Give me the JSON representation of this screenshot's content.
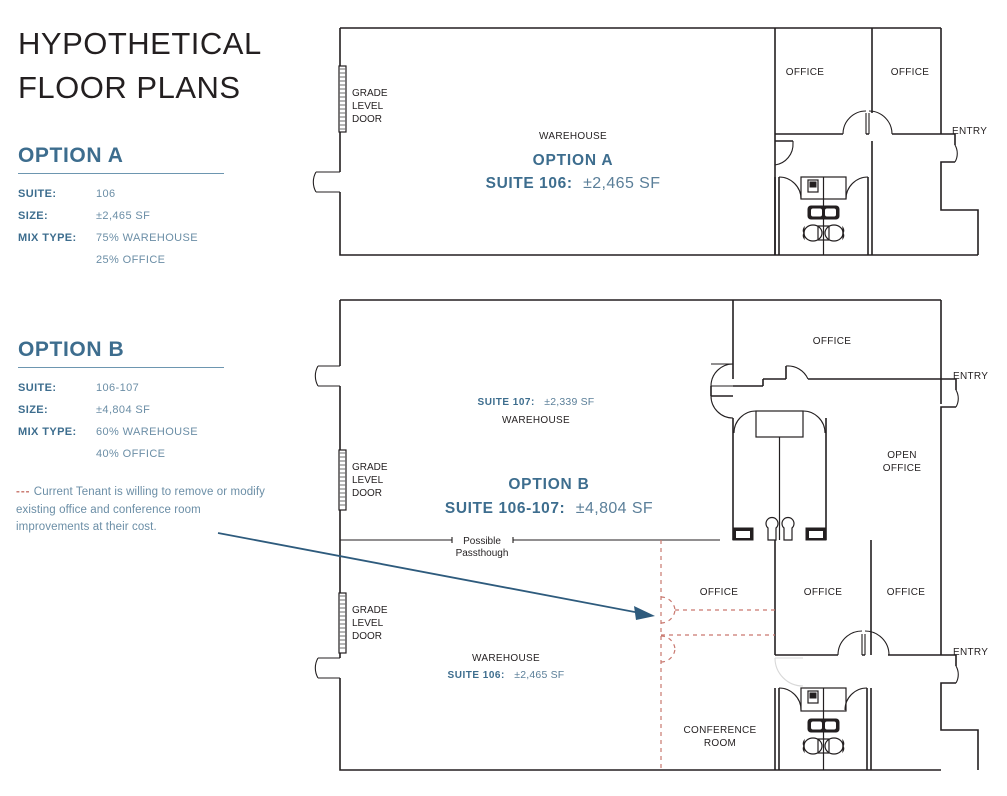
{
  "document": {
    "title_line1": "HYPOTHETICAL",
    "title_line2": "FLOOR PLANS"
  },
  "colors": {
    "accent_blue": "#3d6d8e",
    "value_blue": "#6b8ea6",
    "red_dash": "#c9786f",
    "wall_black": "#231f20",
    "arrow_blue": "#2e5b7d"
  },
  "option_a_spec": {
    "heading": "OPTION A",
    "rows": [
      {
        "key": "SUITE:",
        "value": "106"
      },
      {
        "key": "SIZE:",
        "value": "±2,465 SF"
      },
      {
        "key": "MIX TYPE:",
        "value": "75% WAREHOUSE\n25% OFFICE"
      }
    ]
  },
  "option_b_spec": {
    "heading": "OPTION B",
    "rows": [
      {
        "key": "SUITE:",
        "value": "106-107"
      },
      {
        "key": "SIZE:",
        "value": "±4,804 SF"
      },
      {
        "key": "MIX TYPE:",
        "value": "60% WAREHOUSE\n40% OFFICE"
      }
    ]
  },
  "tenant_note": {
    "dash_marker": "---",
    "text": "Current Tenant is willing to remove or modify existing office and conference room improvements at their cost."
  },
  "plan_a": {
    "warehouse_label": "WAREHOUSE",
    "option_label": "OPTION A",
    "suite_label_bold": "SUITE 106:",
    "suite_label_value": "±2,465 SF",
    "grade_door": {
      "l1": "GRADE",
      "l2": "LEVEL",
      "l3": "DOOR"
    },
    "office_1": "OFFICE",
    "office_2": "OFFICE",
    "entry": "ENTRY"
  },
  "plan_b": {
    "suite107_bold": "SUITE 107:",
    "suite107_value": "±2,339 SF",
    "warehouse_top": "WAREHOUSE",
    "option_label": "OPTION B",
    "suite_label_bold": "SUITE 106-107:",
    "suite_label_value": "±4,804 SF",
    "passthrough_l1": "Possible",
    "passthrough_l2": "Passthough",
    "grade_door_top": {
      "l1": "GRADE",
      "l2": "LEVEL",
      "l3": "DOOR"
    },
    "grade_door_bottom": {
      "l1": "GRADE",
      "l2": "LEVEL",
      "l3": "DOOR"
    },
    "warehouse_bottom": "WAREHOUSE",
    "suite106_bold": "SUITE 106:",
    "suite106_value": "±2,465 SF",
    "office_top": "OFFICE",
    "open_office_l1": "OPEN",
    "open_office_l2": "OFFICE",
    "office_b1": "OFFICE",
    "office_b2": "OFFICE",
    "office_b3": "OFFICE",
    "conference_l1": "CONFERENCE",
    "conference_l2": "ROOM",
    "entry_top": "ENTRY",
    "entry_bottom": "ENTRY"
  }
}
